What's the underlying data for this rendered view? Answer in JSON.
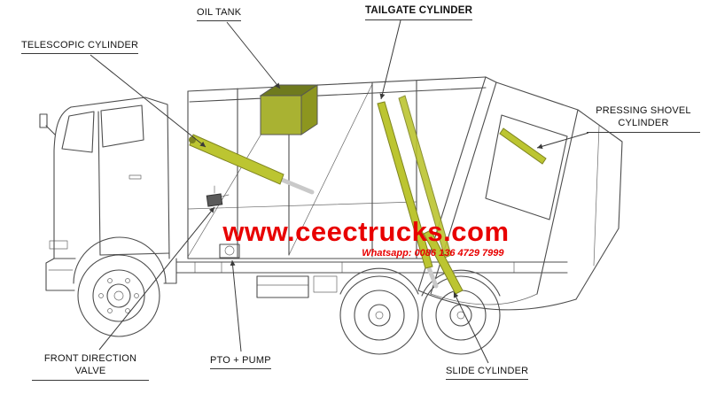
{
  "diagram": {
    "labels": {
      "telescopic_cylinder": "TELESCOPIC CYLINDER",
      "oil_tank": "OIL TANK",
      "tailgate_cylinder": "TAILGATE CYLINDER",
      "pressing_shovel_cylinder": "PRESSING SHOVEL CYLINDER",
      "front_direction_valve": "FRONT DIRECTION VALVE",
      "pto_pump": "PTO + PUMP",
      "slide_cylinder": "SLIDE CYLINDER"
    },
    "watermark": {
      "website": "www.ceectrucks.com",
      "whatsapp": "Whatsapp: 0086 136 4729 7999"
    },
    "colors": {
      "highlight": "#bcc531",
      "highlight_dark": "#7e8420",
      "rod_silver": "#c9c9c9",
      "line": "#4d4d4d",
      "watermark_red": "#e80000",
      "label_text": "#111111",
      "tank_top": "#6f7a1e",
      "tank_front": "#a9b232",
      "tank_side": "#8d961f"
    }
  }
}
